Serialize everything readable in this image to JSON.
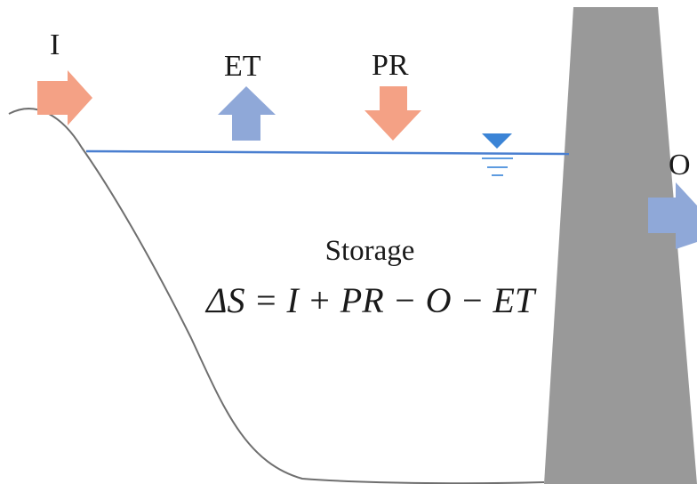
{
  "labels": {
    "inflow": "I",
    "evapotranspiration": "ET",
    "precipitation": "PR",
    "outflow": "O",
    "storage": "Storage",
    "equation": "ΔS = I + PR − O − ET"
  },
  "colors": {
    "inflow_arrow": "#f4a185",
    "precipitation_arrow": "#f4a185",
    "evapotranspiration_arrow": "#8fa8d8",
    "outflow_arrow": "#8fa8d8",
    "water_line": "#4a7fd0",
    "water_level_symbol": "#3b84d6",
    "dam": "#999999",
    "basin_profile": "#6f6f6f"
  },
  "icons": {
    "inflow": "arrow-right-icon",
    "evapotranspiration": "arrow-up-icon",
    "precipitation": "arrow-down-icon",
    "outflow": "arrow-right-icon",
    "water_level": "water-level-marker-icon"
  }
}
